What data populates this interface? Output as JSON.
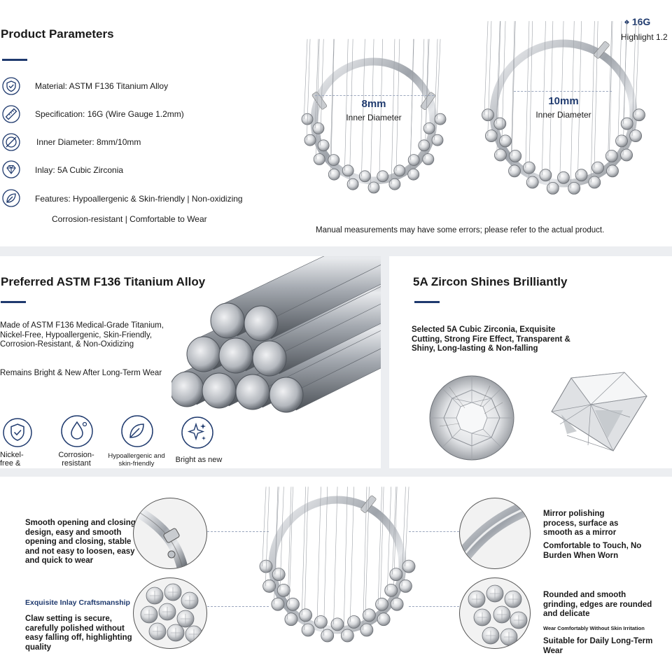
{
  "params": {
    "title": "Product Parameters",
    "items": [
      {
        "icon": "shield-icon",
        "text": "Material: ASTM F136 Titanium Alloy"
      },
      {
        "icon": "ruler-icon",
        "text": "Specification: 16G (Wire Gauge 1.2mm)"
      },
      {
        "icon": "diameter-icon",
        "text": "Inner Diameter: 8mm/10mm"
      },
      {
        "icon": "gem-icon",
        "text": "Inlay: 5A Cubic Zirconia"
      },
      {
        "icon": "leaf-icon",
        "text": "Features: Hypoallergenic & Skin-friendly | Non-oxidizing"
      }
    ],
    "features_line2": "Corrosion-resistant | Comfortable to Wear"
  },
  "gauge": {
    "label": "16G",
    "highlight": "Highlight 1.2"
  },
  "rings": [
    {
      "size": "8mm",
      "label": "Inner Diameter"
    },
    {
      "size": "10mm",
      "label": "Inner Diameter"
    }
  ],
  "measure_note": "Manual measurements may have some errors; please refer to the actual product.",
  "titanium": {
    "title": "Preferred ASTM F136 Titanium Alloy",
    "desc1": "Made of ASTM F136 Medical-Grade Titanium, Nickel-Free, Hypoallergenic, Skin-Friendly, Corrosion-Resistant, & Non-Oxidizing",
    "desc2": "Remains Bright & New After Long-Term Wear",
    "badges": [
      {
        "icon": "shield-check-icon",
        "label": "Nickel-free & Safe"
      },
      {
        "icon": "drop-icon",
        "label": "Corrosion-resistant"
      },
      {
        "icon": "leaf-icon",
        "label": "Hypoallergenic and skin-friendly"
      },
      {
        "icon": "sparkle-icon",
        "label": "Bright as new"
      }
    ]
  },
  "zircon": {
    "title": "5A Zircon Shines Brilliantly",
    "desc": "Selected 5A Cubic Zirconia, Exquisite Cutting, Strong Fire Effect, Transparent & Shiny, Long-lasting & Non-falling"
  },
  "details": {
    "left1": "Smooth opening and closing design, easy and smooth opening and closing, stable and not easy to loosen, easy and quick to wear",
    "left2_heading": "Exquisite Inlay Craftsmanship",
    "left2": "Claw setting is secure, carefully polished without easy falling off, highlighting quality",
    "right1": "Mirror polishing process, surface as smooth as a mirror",
    "right1b": "Comfortable to Touch, No Burden When Worn",
    "right2": "Rounded and smooth grinding, edges are rounded and delicate",
    "right2_small": "Wear Comfortably Without Skin Irritation",
    "right2b": "Suitable for Daily Long-Term Wear"
  },
  "colors": {
    "accent": "#1f3a6e",
    "metal": "#b8bcc2",
    "background": "#ffffff"
  }
}
